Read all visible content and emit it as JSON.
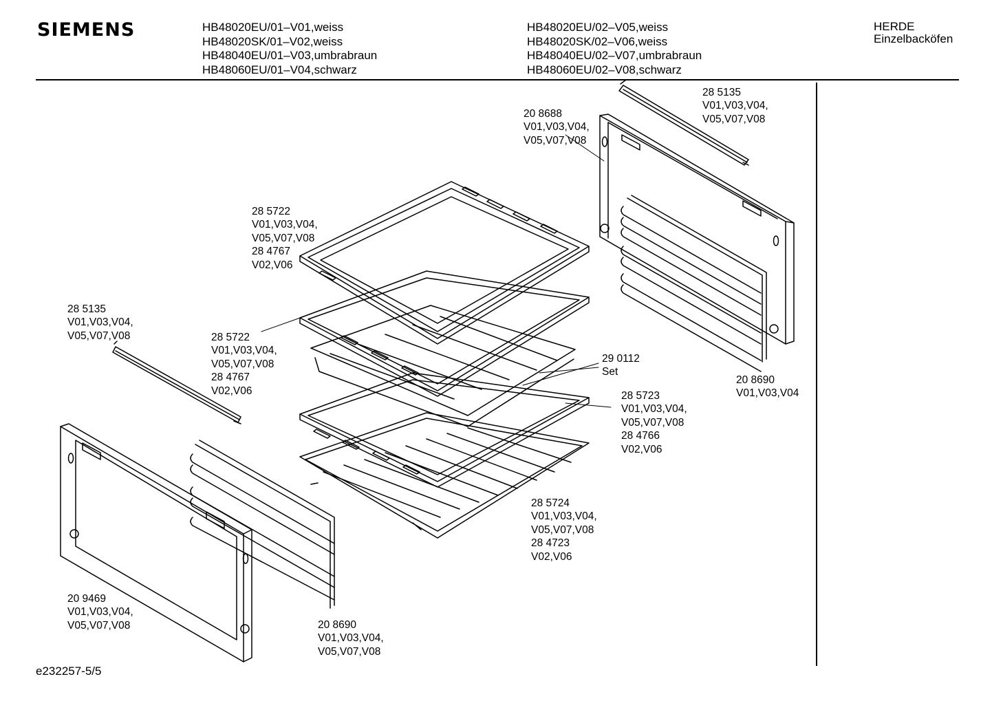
{
  "header": {
    "brand": "SIEMENS",
    "models_left": [
      "HB48020EU/01–V01,weiss",
      "HB48020SK/01–V02,weiss",
      "HB48040EU/01–V03,umbrabraun",
      "HB48060EU/01–V04,schwarz"
    ],
    "models_right": [
      "HB48020EU/02–V05,weiss",
      "HB48020SK/02–V06,weiss",
      "HB48040EU/02–V07,umbrabraun",
      "HB48060EU/02–V08,schwarz"
    ],
    "category": [
      "HERDE",
      "Einzelbacköfen"
    ]
  },
  "parts": [
    {
      "lines": [
        "28 5135",
        "V01,V03,V04,",
        "V05,V07,V08"
      ]
    },
    {
      "lines": [
        "20 8688",
        "V01,V03,V04,",
        "V05,V07,V08"
      ]
    },
    {
      "lines": [
        "28 5722",
        "V01,V03,V04,",
        "V05,V07,V08",
        "28 4767",
        "V02,V06"
      ]
    },
    {
      "lines": [
        "28 5135",
        "V01,V03,V04,",
        "V05,V07,V08"
      ]
    },
    {
      "lines": [
        "28 5722",
        "V01,V03,V04,",
        "V05,V07,V08",
        "28 4767",
        "V02,V06"
      ]
    },
    {
      "lines": [
        "29 0112",
        "Set"
      ]
    },
    {
      "lines": [
        "20 8690",
        "V01,V03,V04"
      ]
    },
    {
      "lines": [
        "28 5723",
        "V01,V03,V04,",
        "V05,V07,V08",
        "28 4766",
        "V02,V06"
      ]
    },
    {
      "lines": [
        "28 5724",
        "V01,V03,V04,",
        "V05,V07,V08",
        "28 4723",
        "V02,V06"
      ]
    },
    {
      "lines": [
        "20 9469",
        "V01,V03,V04,",
        "V05,V07,V08"
      ]
    },
    {
      "lines": [
        "20 8690",
        "V01,V03,V04,",
        "V05,V07,V08"
      ]
    }
  ],
  "footer": {
    "code": "e232257-5/5"
  }
}
